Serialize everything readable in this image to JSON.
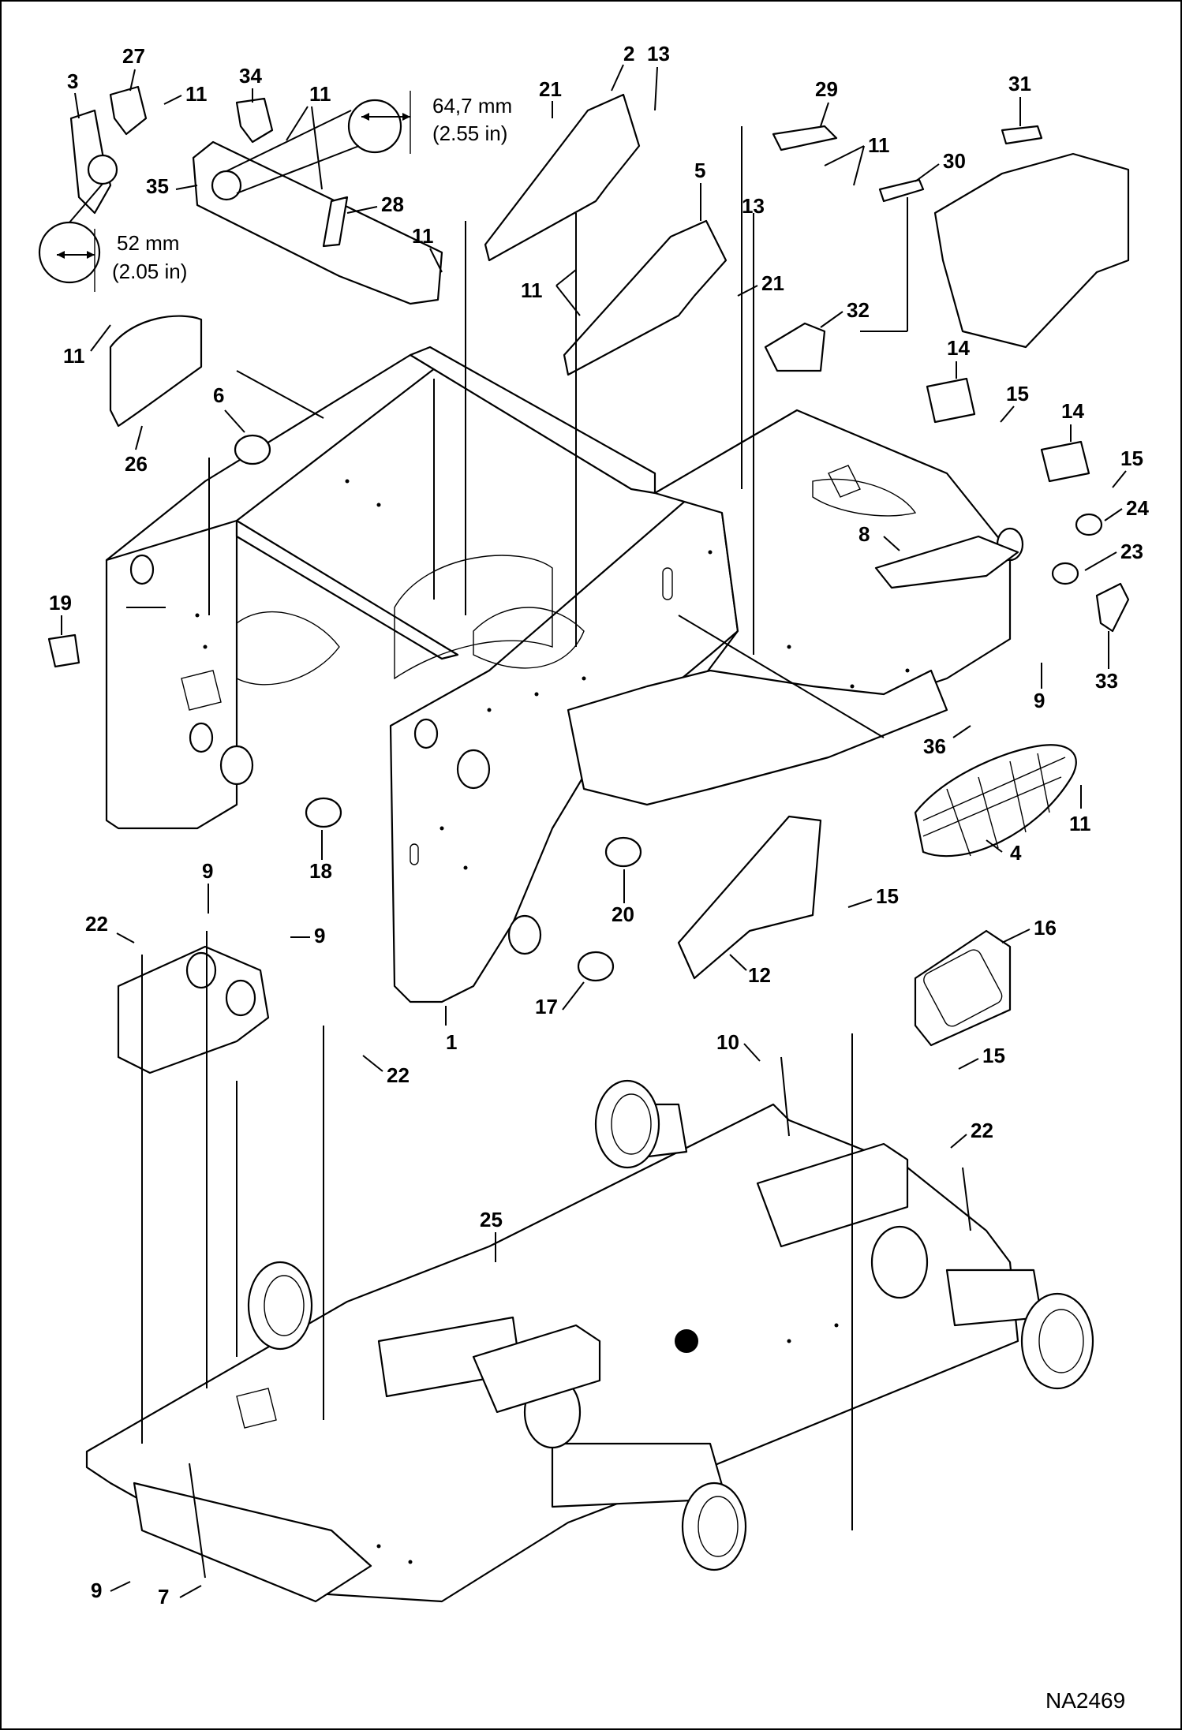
{
  "drawing_code": "NA2469",
  "callouts": [
    {
      "id": "c1",
      "label": "1"
    },
    {
      "id": "c2",
      "label": "2"
    },
    {
      "id": "c3",
      "label": "3"
    },
    {
      "id": "c4",
      "label": "4"
    },
    {
      "id": "c5",
      "label": "5"
    },
    {
      "id": "c6",
      "label": "6"
    },
    {
      "id": "c7",
      "label": "7"
    },
    {
      "id": "c8",
      "label": "8"
    },
    {
      "id": "c9a",
      "label": "9"
    },
    {
      "id": "c9b",
      "label": "9"
    },
    {
      "id": "c9c",
      "label": "9"
    },
    {
      "id": "c9d",
      "label": "9"
    },
    {
      "id": "c10",
      "label": "10"
    },
    {
      "id": "c11a",
      "label": "11"
    },
    {
      "id": "c11b",
      "label": "11"
    },
    {
      "id": "c11c",
      "label": "11"
    },
    {
      "id": "c11d",
      "label": "11"
    },
    {
      "id": "c11e",
      "label": "11"
    },
    {
      "id": "c11f",
      "label": "11"
    },
    {
      "id": "c11g",
      "label": "11"
    },
    {
      "id": "c12",
      "label": "12"
    },
    {
      "id": "c13a",
      "label": "13"
    },
    {
      "id": "c13b",
      "label": "13"
    },
    {
      "id": "c14a",
      "label": "14"
    },
    {
      "id": "c14b",
      "label": "14"
    },
    {
      "id": "c15a",
      "label": "15"
    },
    {
      "id": "c15b",
      "label": "15"
    },
    {
      "id": "c15c",
      "label": "15"
    },
    {
      "id": "c15d",
      "label": "15"
    },
    {
      "id": "c16",
      "label": "16"
    },
    {
      "id": "c17",
      "label": "17"
    },
    {
      "id": "c18",
      "label": "18"
    },
    {
      "id": "c19",
      "label": "19"
    },
    {
      "id": "c20",
      "label": "20"
    },
    {
      "id": "c21a",
      "label": "21"
    },
    {
      "id": "c21b",
      "label": "21"
    },
    {
      "id": "c22a",
      "label": "22"
    },
    {
      "id": "c22b",
      "label": "22"
    },
    {
      "id": "c22c",
      "label": "22"
    },
    {
      "id": "c23",
      "label": "23"
    },
    {
      "id": "c24",
      "label": "24"
    },
    {
      "id": "c25",
      "label": "25"
    },
    {
      "id": "c26",
      "label": "26"
    },
    {
      "id": "c27",
      "label": "27"
    },
    {
      "id": "c28",
      "label": "28"
    },
    {
      "id": "c29",
      "label": "29"
    },
    {
      "id": "c30",
      "label": "30"
    },
    {
      "id": "c31",
      "label": "31"
    },
    {
      "id": "c32",
      "label": "32"
    },
    {
      "id": "c33",
      "label": "33"
    },
    {
      "id": "c34",
      "label": "34"
    },
    {
      "id": "c35",
      "label": "35"
    },
    {
      "id": "c36",
      "label": "36"
    }
  ],
  "dimensions": {
    "large_hole": {
      "metric": "64,7 mm",
      "imperial": "(2.55 in)"
    },
    "small_hole": {
      "metric": "52 mm",
      "imperial": "(2.05 in)"
    }
  }
}
